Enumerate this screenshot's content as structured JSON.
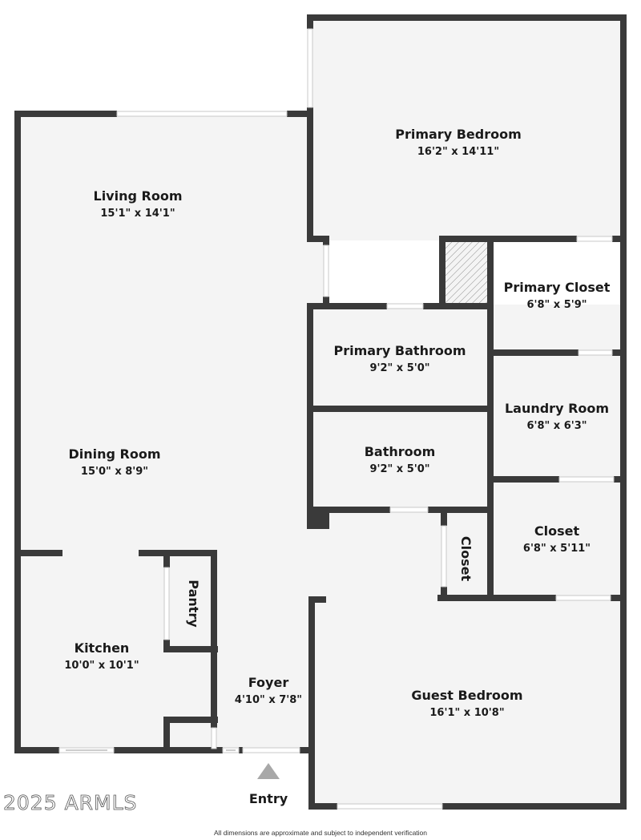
{
  "floorplan": {
    "colors": {
      "wall": "#3a3a3a",
      "floor": "#f4f4f4",
      "opening": "#ffffff",
      "entry_arrow": "#a8a8a8",
      "text": "#1a1a1a"
    },
    "rooms": [
      {
        "id": "primary-bedroom",
        "name": "Primary Bedroom",
        "dimensions": "16'2\" x 14'11\""
      },
      {
        "id": "living-room",
        "name": "Living Room",
        "dimensions": "15'1\" x 14'1\""
      },
      {
        "id": "primary-closet",
        "name": "Primary Closet",
        "dimensions": "6'8\" x 5'9\""
      },
      {
        "id": "primary-bathroom",
        "name": "Primary Bathroom",
        "dimensions": "9'2\" x 5'0\""
      },
      {
        "id": "laundry-room",
        "name": "Laundry Room",
        "dimensions": "6'8\" x 6'3\""
      },
      {
        "id": "dining-room",
        "name": "Dining Room",
        "dimensions": "15'0\" x 8'9\""
      },
      {
        "id": "bathroom",
        "name": "Bathroom",
        "dimensions": "9'2\" x 5'0\""
      },
      {
        "id": "closet",
        "name": "Closet",
        "dimensions": "6'8\" x 5'11\""
      },
      {
        "id": "hall-closet",
        "name": "Closet",
        "dimensions": ""
      },
      {
        "id": "pantry",
        "name": "Pantry",
        "dimensions": ""
      },
      {
        "id": "kitchen",
        "name": "Kitchen",
        "dimensions": "10'0\" x 10'1\""
      },
      {
        "id": "foyer",
        "name": "Foyer",
        "dimensions": "4'10\" x 7'8\""
      },
      {
        "id": "guest-bedroom",
        "name": "Guest Bedroom",
        "dimensions": "16'1\" x 10'8\""
      }
    ],
    "entry": {
      "label": "Entry",
      "icon": "triangle-up-arrow-icon"
    },
    "watermark": "2025 ARMLS",
    "disclaimer": "All dimensions are approximate and subject to independent verification"
  }
}
